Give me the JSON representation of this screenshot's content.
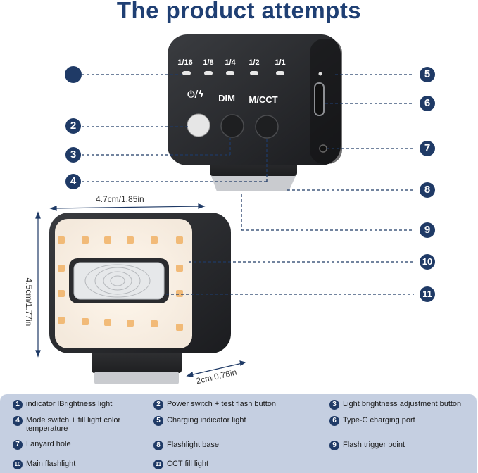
{
  "title": "The product attempts",
  "indicator_labels": [
    "1/16",
    "1/8",
    "1/4",
    "1/2",
    "1/1"
  ],
  "button_labels": {
    "power": "⏻/ϟ",
    "dim": "DIM",
    "mcct": "M/CCT"
  },
  "callouts": [
    "2",
    "3",
    "4",
    "5",
    "6",
    "7",
    "8",
    "9",
    "10",
    "11"
  ],
  "dimensions": {
    "width": "4.7cm/1.85in",
    "height": "4.5cm/1.77in",
    "depth": "2cm/0.78in"
  },
  "legend": [
    {
      "num": "1",
      "text": "indicator lBrightness light"
    },
    {
      "num": "2",
      "text": "Power switch + test flash button"
    },
    {
      "num": "3",
      "text": "Light brightness adjustment button"
    },
    {
      "num": "4",
      "text": "Mode switch + fill light color temperature"
    },
    {
      "num": "5",
      "text": "Charging indicator light"
    },
    {
      "num": "6",
      "text": "Type-C charging port"
    },
    {
      "num": "7",
      "text": "Lanyard hole"
    },
    {
      "num": "8",
      "text": "Flashlight base"
    },
    {
      "num": "9",
      "text": "Flash trigger point"
    },
    {
      "num": "10",
      "text": "Main flashlight"
    },
    {
      "num": "11",
      "text": "CCT fill light"
    }
  ]
}
